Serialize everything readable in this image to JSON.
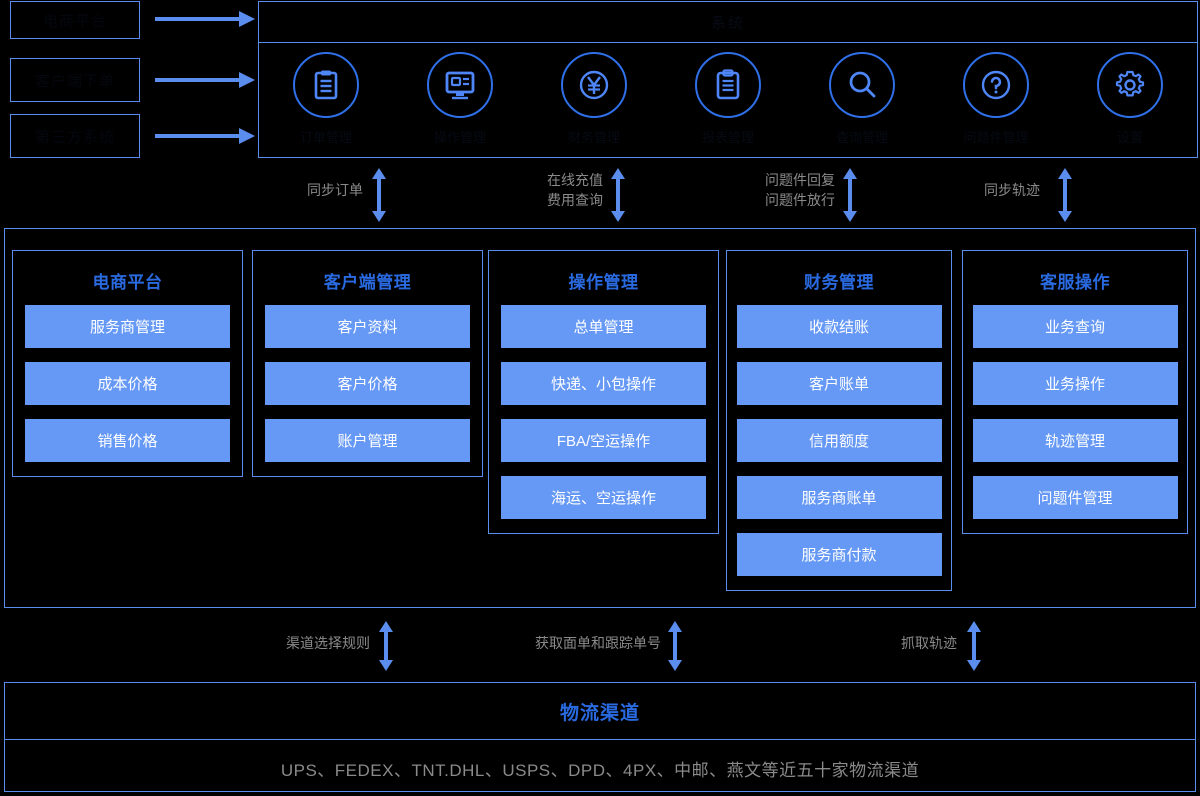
{
  "sources": {
    "items": [
      {
        "label": "电商平台"
      },
      {
        "label": "客户端下单"
      },
      {
        "label": "第三方系统"
      }
    ]
  },
  "platform": {
    "title": "系统",
    "icons": [
      {
        "icon": "document-icon",
        "label": "订单管理"
      },
      {
        "icon": "monitor-icon",
        "label": "操作管理"
      },
      {
        "icon": "yuan-icon",
        "label": "财务管理"
      },
      {
        "icon": "clipboard-icon",
        "label": "报表管理"
      },
      {
        "icon": "search-icon",
        "label": "查询管理"
      },
      {
        "icon": "question-icon",
        "label": "问题件管理"
      },
      {
        "icon": "gear-icon",
        "label": "设置"
      }
    ]
  },
  "top_connectors": [
    {
      "lines": [
        "同步订单"
      ]
    },
    {
      "lines": [
        "在线充值",
        "费用查询"
      ]
    },
    {
      "lines": [
        "问题件回复",
        "问题件放行"
      ]
    },
    {
      "lines": [
        "同步轨迹"
      ]
    }
  ],
  "main": {
    "columns": [
      {
        "title": "电商平台",
        "items": [
          "服务商管理",
          "成本价格",
          "销售价格"
        ]
      },
      {
        "title": "客户端管理",
        "items": [
          "客户资料",
          "客户价格",
          "账户管理"
        ]
      },
      {
        "title": "操作管理",
        "items": [
          "总单管理",
          "快递、小包操作",
          "FBA/空运操作",
          "海运、空运操作"
        ]
      },
      {
        "title": "财务管理",
        "items": [
          "收款结账",
          "客户账单",
          "信用额度",
          "服务商账单",
          "服务商付款"
        ]
      },
      {
        "title": "客服操作",
        "items": [
          "业务查询",
          "业务操作",
          "轨迹管理",
          "问题件管理"
        ]
      }
    ]
  },
  "bottom_connectors": [
    {
      "lines": [
        "渠道选择规则"
      ]
    },
    {
      "lines": [
        "获取面单和跟踪单号"
      ]
    },
    {
      "lines": [
        "抓取轨迹"
      ]
    }
  ],
  "channels": {
    "title": "物流渠道",
    "list": "UPS、FEDEX、TNT.DHL、USPS、DPD、4PX、中邮、燕文等近五十家物流渠道"
  },
  "colors": {
    "accent": "#5b8dee",
    "pill": "#6699f5",
    "title_blue": "#2a6ae0",
    "label_gray": "#8a8a8a",
    "background": "#000000"
  }
}
